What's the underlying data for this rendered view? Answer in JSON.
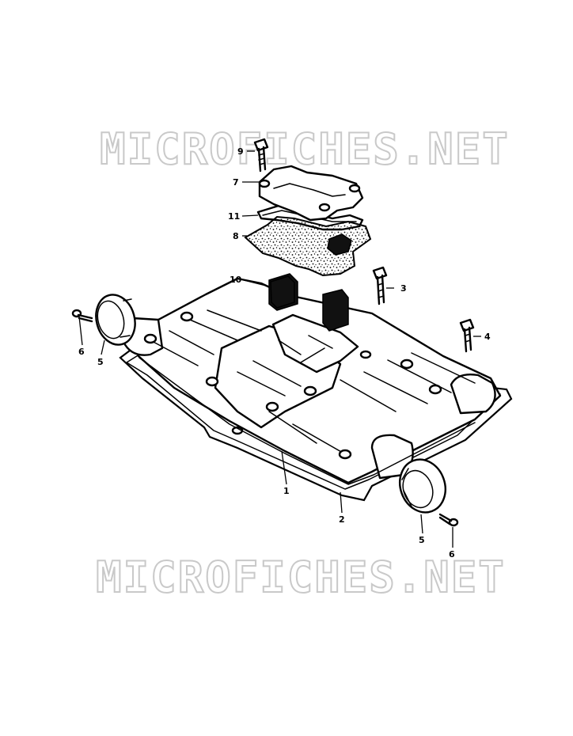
{
  "watermark": {
    "text": "MICROFICHES.NET",
    "color": "#c9c9c9"
  },
  "callouts": {
    "p1": "1",
    "p2": "2",
    "p3": "3",
    "p4": "4",
    "p5a": "5",
    "p5b": "5",
    "p6a": "6",
    "p6b": "6",
    "p7": "7",
    "p8": "8",
    "p9": "9",
    "p10": "10",
    "p11": "11"
  }
}
